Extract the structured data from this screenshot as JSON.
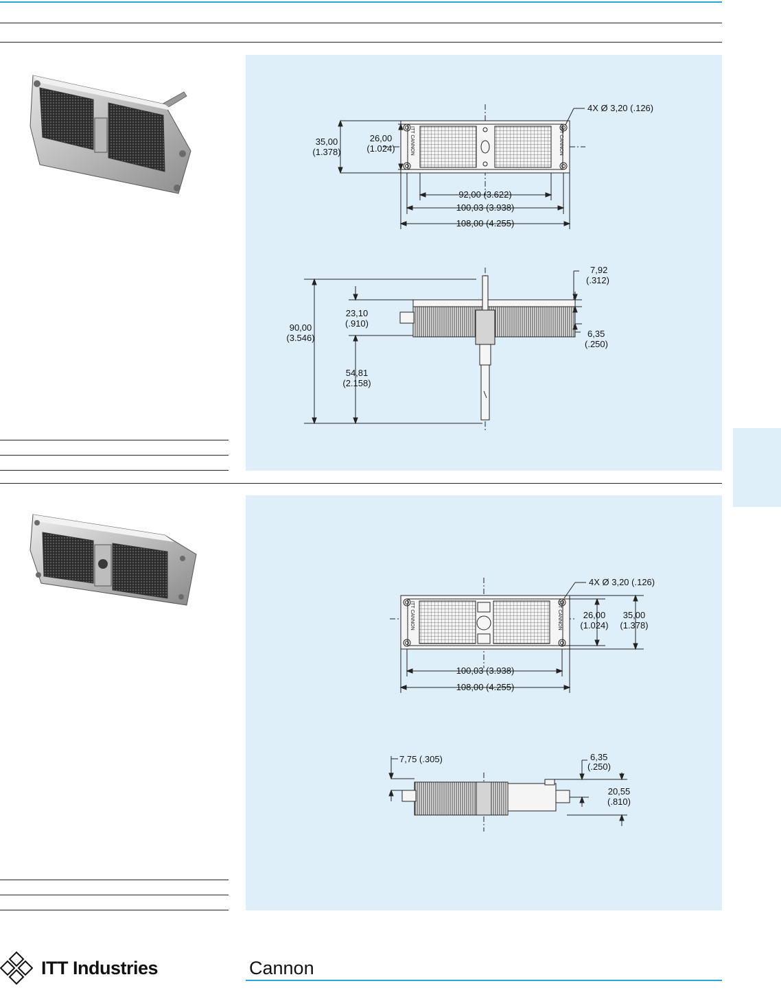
{
  "colors": {
    "accent_blue": "#27a3dc",
    "panel_blue": "#dfeff9",
    "metal_light": "#c9c9c9",
    "metal_dark": "#3c3c3c"
  },
  "top_drawing": {
    "front": {
      "hole_callout": "4X Ø 3,20 (.126)",
      "height_mm": "35,00",
      "height_in": "(1.378)",
      "inner_height_mm": "26,00",
      "inner_height_in": "(1.024)",
      "dim_92": "92,00 (3.622)",
      "dim_100": "100,03 (3.938)",
      "dim_108": "108,00 (4.255)",
      "marking_left": "ITT CANNON",
      "marking_right": "ITT CANNON"
    },
    "side": {
      "dim_792_mm": "7,92",
      "dim_792_in": "(.312)",
      "dim_2310_mm": "23,10",
      "dim_2310_in": "(.910)",
      "dim_90_mm": "90,00",
      "dim_90_in": "(3.546)",
      "dim_635_mm": "6,35",
      "dim_635_in": "(.250)",
      "dim_5481_mm": "54,81",
      "dim_5481_in": "(2.158)"
    }
  },
  "bottom_drawing": {
    "front": {
      "hole_callout": "4X Ø 3,20 (.126)",
      "inner_height_mm": "26,00",
      "inner_height_in": "(1.024)",
      "height_mm": "35,00",
      "height_in": "(1.378)",
      "dim_100": "100,03 (3.938)",
      "dim_108": "108,00 (4.255)",
      "marking_left": "ITT CANNON",
      "marking_right": "ITT CANNON"
    },
    "side": {
      "dim_775": "7,75 (.305)",
      "dim_635_mm": "6,35",
      "dim_635_in": "(.250)",
      "dim_2055_mm": "20,55",
      "dim_2055_in": "(.810)"
    }
  },
  "footer": {
    "company": "ITT Industries",
    "logo_icon": "itt-diamond-logo-icon",
    "brand": "Cannon"
  }
}
